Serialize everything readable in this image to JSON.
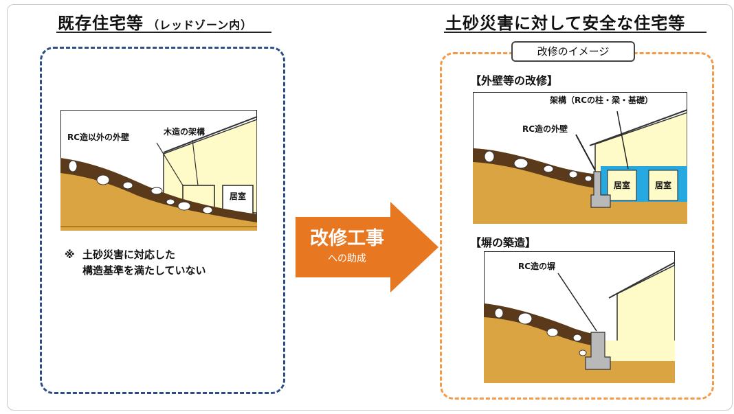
{
  "left": {
    "title": "既存住宅等",
    "subtitle": "（レッドゾーン内）",
    "labels": {
      "outer_wall": "RC造以外の外壁",
      "wood_frame": "木造の架構",
      "room": "居室"
    },
    "note_mark": "※",
    "note_line1": "土砂災害に対応した",
    "note_line2": "構造基準を満たしていない"
  },
  "arrow": {
    "main": "改修工事",
    "sub": "への助成"
  },
  "right": {
    "title": "土砂災害に対して安全な住宅等",
    "image_tag": "改修のイメージ",
    "section1": {
      "title": "【外壁等の改修】",
      "frame_label": "架構（RCの柱・梁・基礎）",
      "wall_label": "RC造の外壁",
      "room": "居室"
    },
    "section2": {
      "title": "【塀の築造】",
      "wall_label": "RC造の塀"
    }
  },
  "colors": {
    "left_border": "#2d4d86",
    "right_border": "#f29a48",
    "arrow": "#e87722",
    "soil": "#d9a441",
    "soil_dark": "#5a3a1a",
    "house": "#fffbc8",
    "rc_blue": "#25a9e0",
    "concrete": "#b9b9b9"
  }
}
